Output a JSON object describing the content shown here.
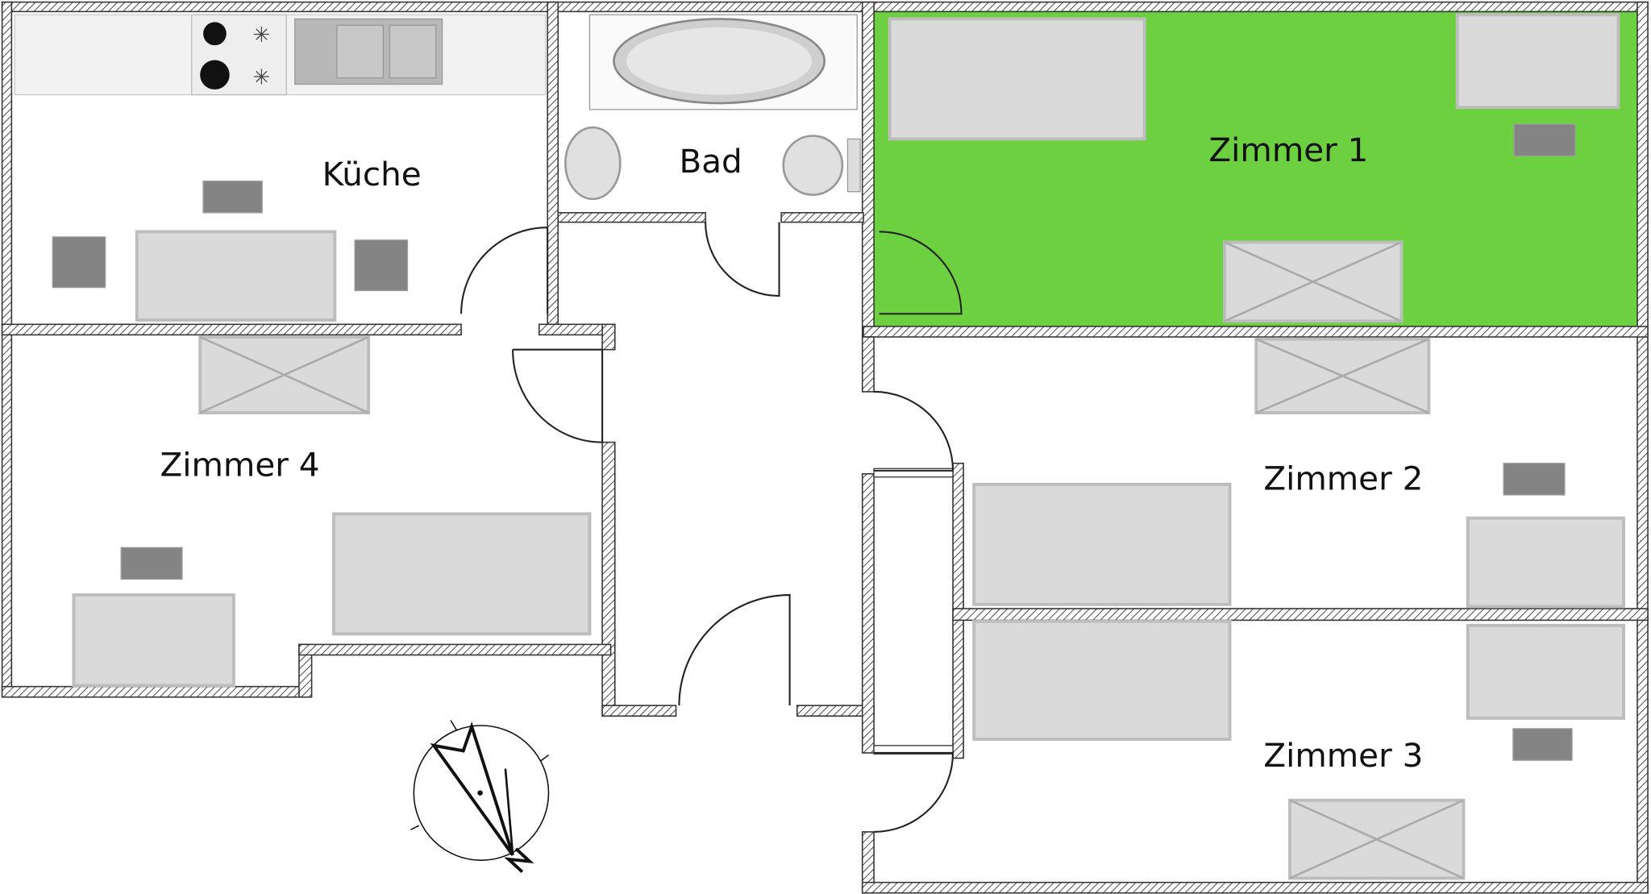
{
  "rooms": {
    "kitchen": "Küche",
    "bath": "Bad",
    "room1": "Zimmer 1",
    "room2": "Zimmer 2",
    "room3": "Zimmer 3",
    "room4": "Zimmer 4"
  },
  "colors": {
    "highlight": "#6cd041",
    "furniture": "#dadada",
    "chair": "#848484"
  }
}
